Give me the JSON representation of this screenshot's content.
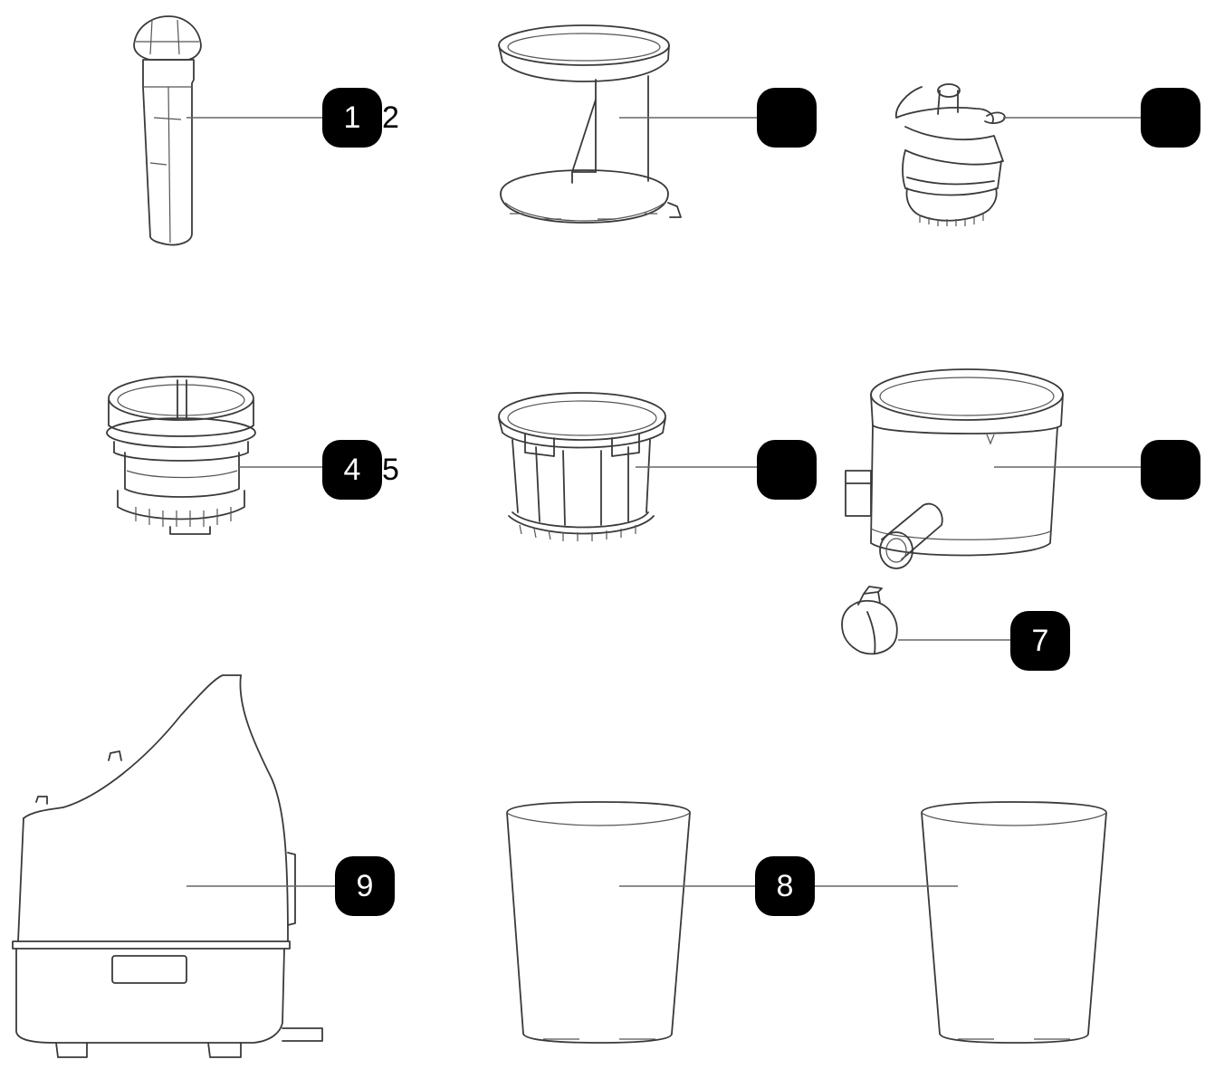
{
  "parts": [
    {
      "id": "pusher",
      "callout": "1",
      "trailing_fragment": "2"
    },
    {
      "id": "hopper-lid",
      "callout": ""
    },
    {
      "id": "auger",
      "callout": ""
    },
    {
      "id": "strainer",
      "callout": "4",
      "trailing_fragment": "5"
    },
    {
      "id": "brush-holder",
      "callout": ""
    },
    {
      "id": "juicing-bowl",
      "callout": ""
    },
    {
      "id": "juice-cap",
      "callout": "7"
    },
    {
      "id": "cups",
      "callout": "8"
    },
    {
      "id": "motor-base",
      "callout": "9"
    }
  ]
}
